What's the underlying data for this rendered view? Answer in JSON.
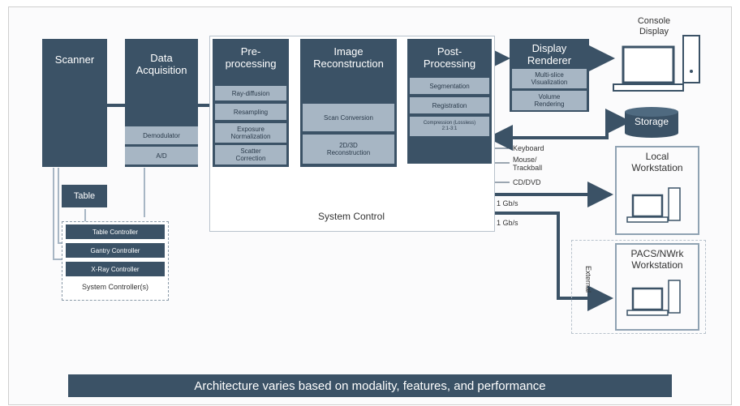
{
  "colors": {
    "dark": "#3b5266",
    "light": "#a7b6c4",
    "line": "#3b5266",
    "border": "#b8c2cc"
  },
  "scanner": {
    "title": "Scanner"
  },
  "data_acquisition": {
    "title": "Data\nAcquisition",
    "items": [
      "Demodulator",
      "A/D"
    ]
  },
  "table": {
    "label": "Table"
  },
  "system_controllers": {
    "items": [
      "Table Controller",
      "Gantry Controller",
      "X-Ray Controller"
    ],
    "label": "System Controller(s)"
  },
  "preprocessing": {
    "title": "Pre-\nprocessing",
    "items": [
      "Ray-diffusion",
      "Resampling",
      "Exposure\nNormalization",
      "Scatter\nCorrection"
    ]
  },
  "image_reconstruction": {
    "title": "Image\nReconstruction",
    "items": [
      "Scan Conversion",
      "2D/3D\nReconstruction"
    ]
  },
  "post_processing": {
    "title": "Post-\nProcessing",
    "items": [
      "Segmentation",
      "Registration",
      "Compression (Lossless)\n2:1-3:1"
    ]
  },
  "system_control": {
    "label": "System Control"
  },
  "display_renderer": {
    "title": "Display\nRenderer",
    "items": [
      "Multi-slice\nVisualization",
      "Volume\nRendering"
    ]
  },
  "console_display": {
    "label": "Console\nDisplay"
  },
  "storage": {
    "label": "Storage"
  },
  "inputs": [
    "Keyboard",
    "Mouse/\nTrackball",
    "CD/DVD"
  ],
  "links": [
    "1 Gb/s",
    "1 Gb/s"
  ],
  "local_workstation": {
    "label": "Local\nWorkstation"
  },
  "external": {
    "label": "External"
  },
  "pacs_workstation": {
    "label": "PACS/NWrk\nWorkstation"
  },
  "footer": {
    "text": "Architecture varies based on modality, features, and performance"
  }
}
